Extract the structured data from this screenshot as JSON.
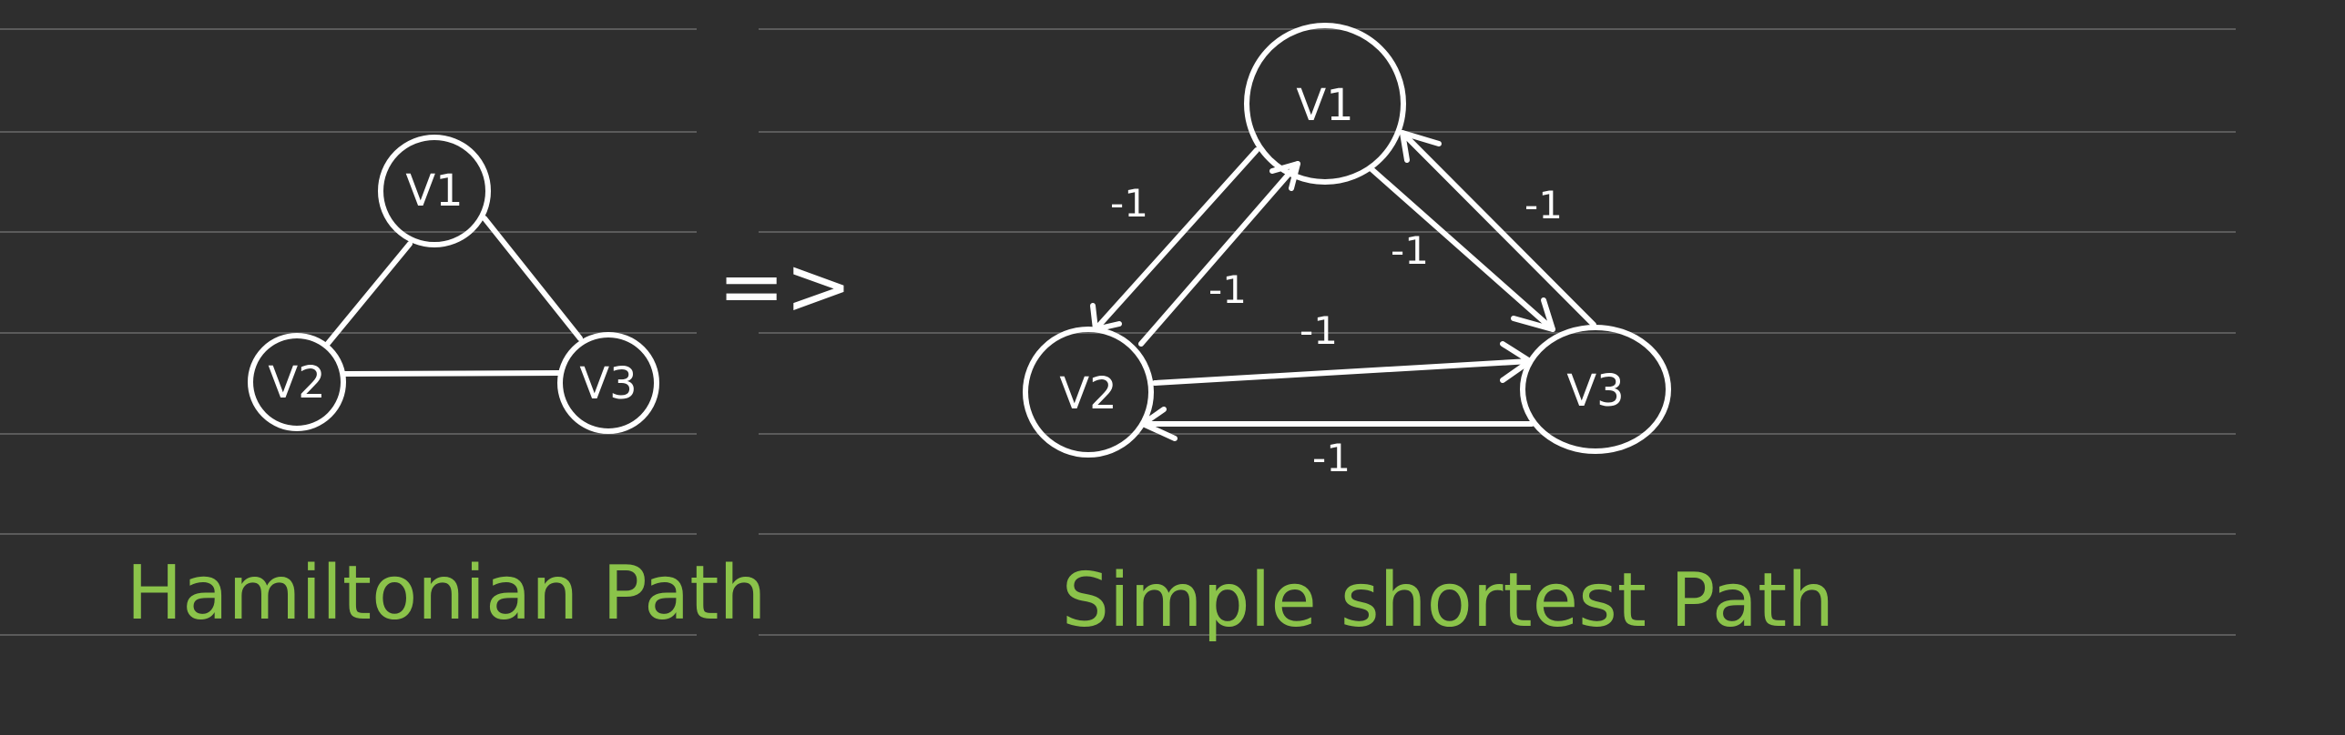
{
  "colors": {
    "background": "#2e2e2e",
    "ink": "#ffffff",
    "rule_lines": "#5b5b5b",
    "caption": "#8bc34a"
  },
  "implies": "=>",
  "hamiltonian": {
    "caption": "Hamiltonian Path",
    "nodes": {
      "v1": "V1",
      "v2": "V2",
      "v3": "V3"
    }
  },
  "shortest": {
    "caption": "Simple shortest Path",
    "nodes": {
      "v1": "V1",
      "v2": "V2",
      "v3": "V3"
    },
    "weights": {
      "v1_to_v2": "-1",
      "v2_to_v1": "-1",
      "v1_to_v3": "-1",
      "v3_to_v1": "-1",
      "v2_to_v3": "-1",
      "v3_to_v2": "-1"
    }
  }
}
